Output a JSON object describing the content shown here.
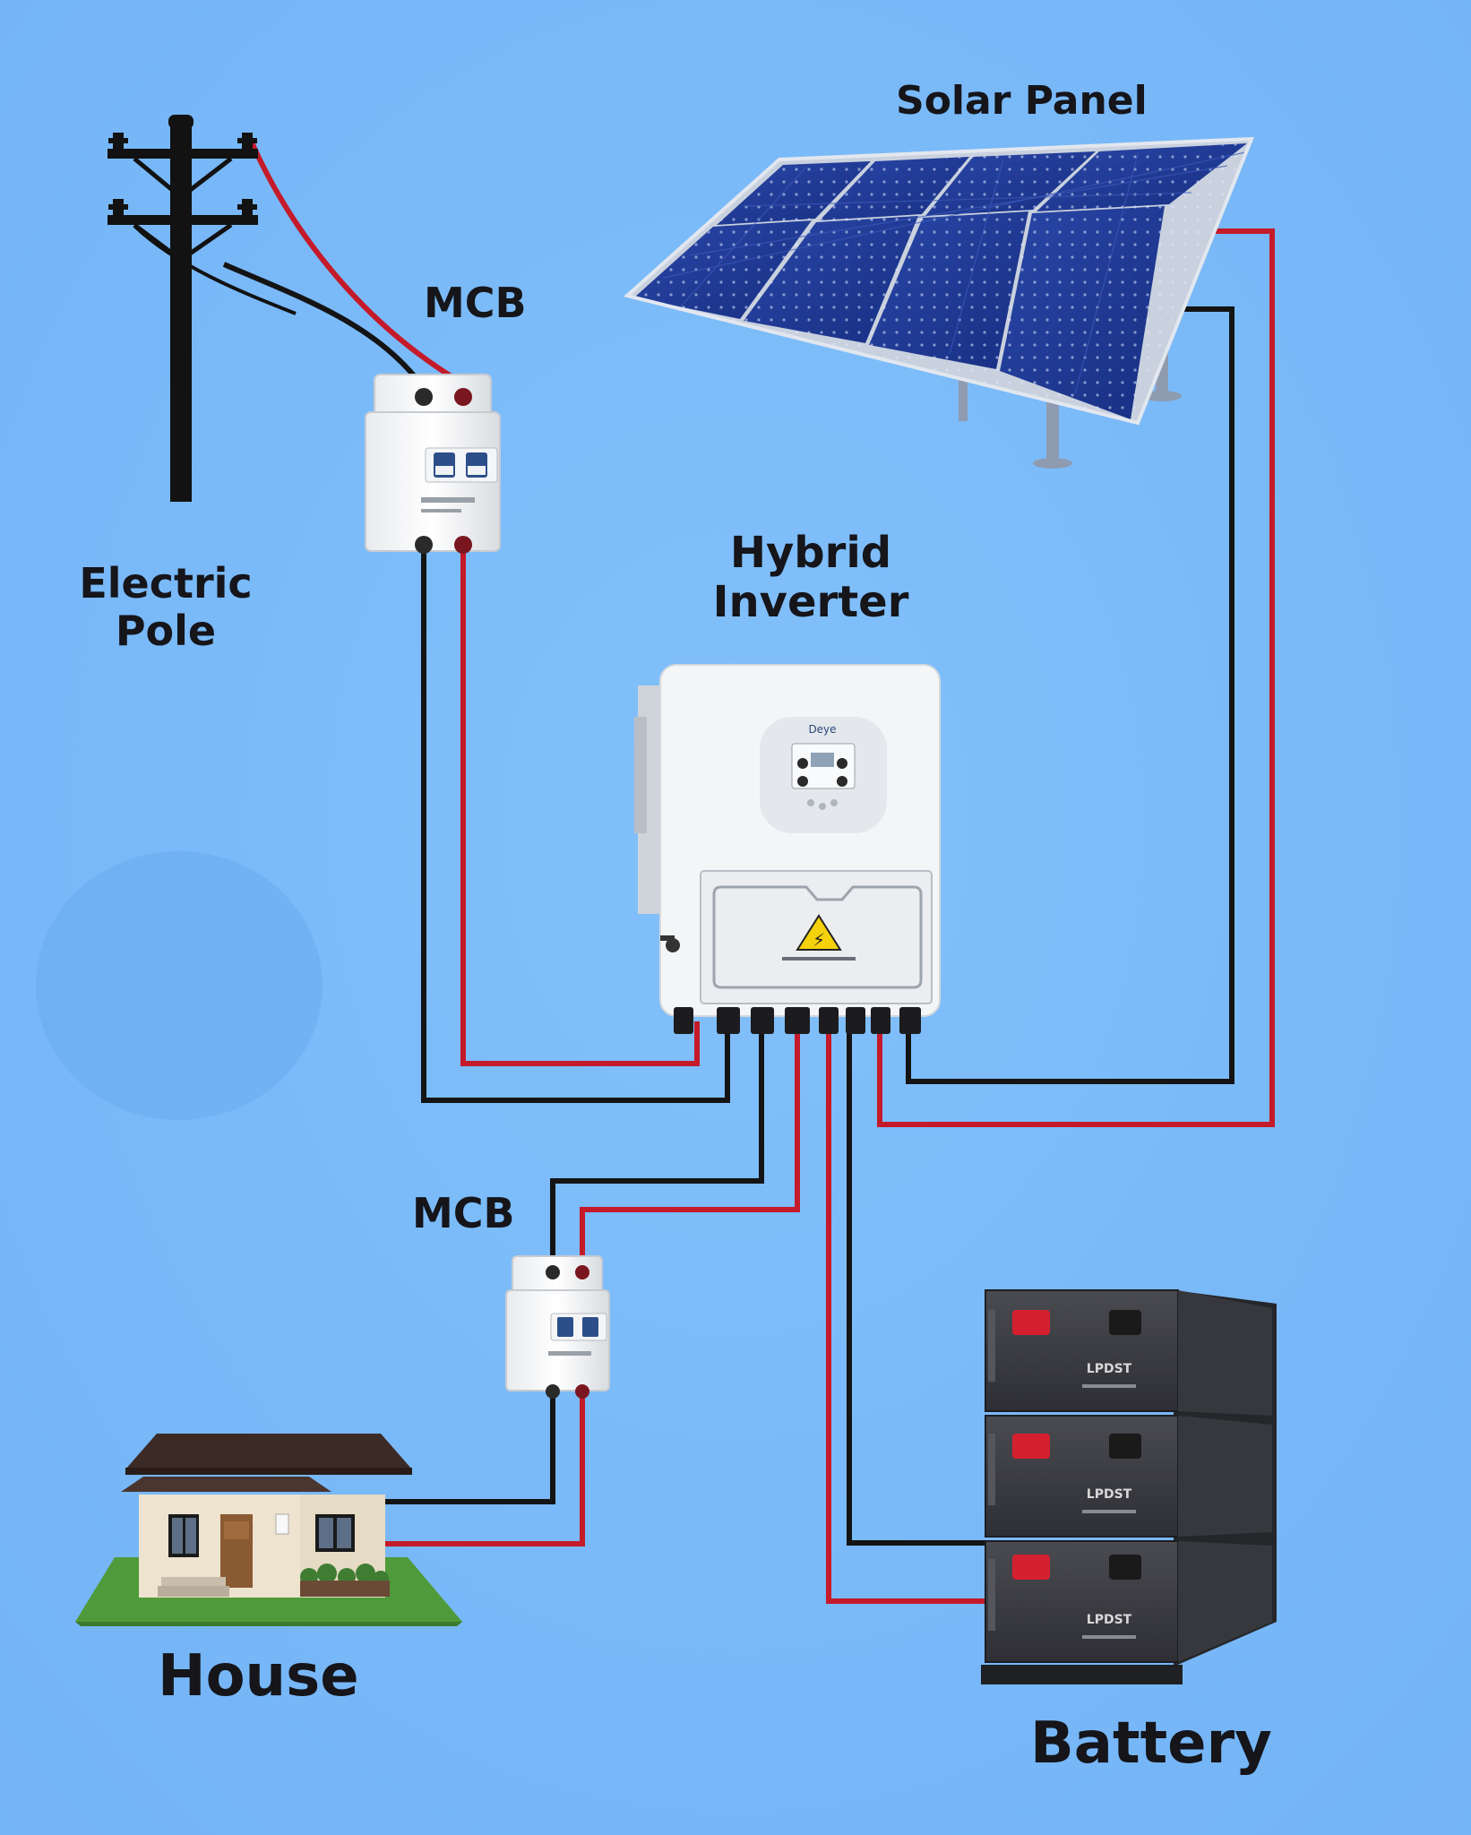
{
  "labels": {
    "solar_panel": "Solar Panel",
    "mcb_top": "MCB",
    "electric_pole": [
      "Electric",
      "Pole"
    ],
    "hybrid_inverter": [
      "Hybrid",
      "Inverter"
    ],
    "mcb_bottom": "MCB",
    "house": "House",
    "battery": "Battery"
  },
  "inverter_brand": "Deye",
  "battery_brand": "LPDST",
  "colors": {
    "background": "#79bafa",
    "wire_positive": "#c41a2a",
    "wire_negative": "#141414",
    "panel_cell": "#1f3a93",
    "battery_body": "#3c3d42",
    "battery_terminal": "#d4202e",
    "roof": "#3b2a26",
    "grass": "#4f9a3a"
  }
}
